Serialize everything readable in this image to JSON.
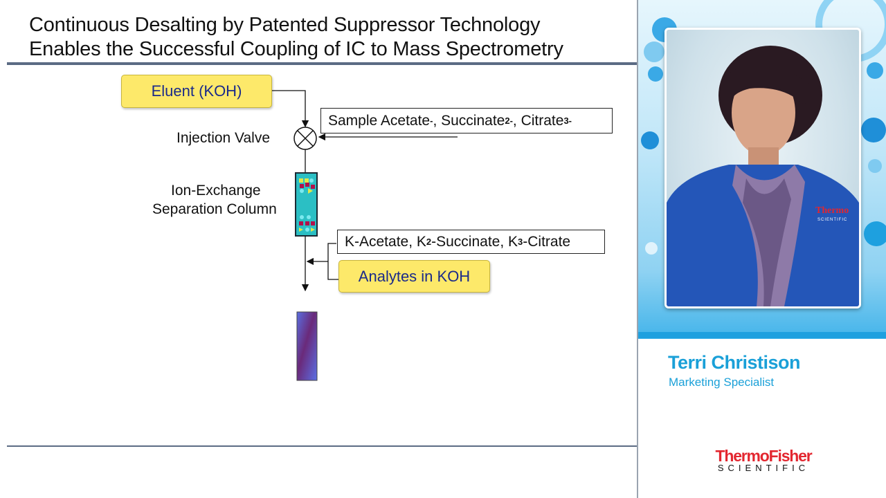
{
  "slide": {
    "title_line1": "Continuous Desalting by Patented Suppressor Technology",
    "title_line2": "Enables the Successful Coupling of IC to Mass Spectrometry"
  },
  "diagram": {
    "eluent_label": "Eluent (KOH)",
    "injection_valve_label": "Injection Valve",
    "column_label_line1": "Ion-Exchange",
    "column_label_line2": "Separation Column",
    "sample_box": {
      "prefix": "Sample Acetate",
      "acetate_charge": "-",
      "succinate": ", Succinate",
      "succinate_charge": "2-",
      "citrate": ", Citrate",
      "citrate_charge": "3-"
    },
    "salt_box": {
      "part1": "K-Acetate, K",
      "sub1": "2",
      "part2": "-Succinate, K",
      "sub2": "3",
      "part3": "-Citrate"
    },
    "analytes_label": "Analytes in KOH",
    "colors": {
      "yellow_box": "#fde96a",
      "column_fill": "#2bbfc4",
      "suppressor_gradient": [
        "#6b2b7a",
        "#5b6bd8"
      ]
    }
  },
  "speaker": {
    "name": "Terri Christison",
    "role": "Marketing Specialist"
  },
  "brand": {
    "line1": "ThermoFisher",
    "line2": "SCIENTIFIC",
    "color": "#e3262f"
  }
}
